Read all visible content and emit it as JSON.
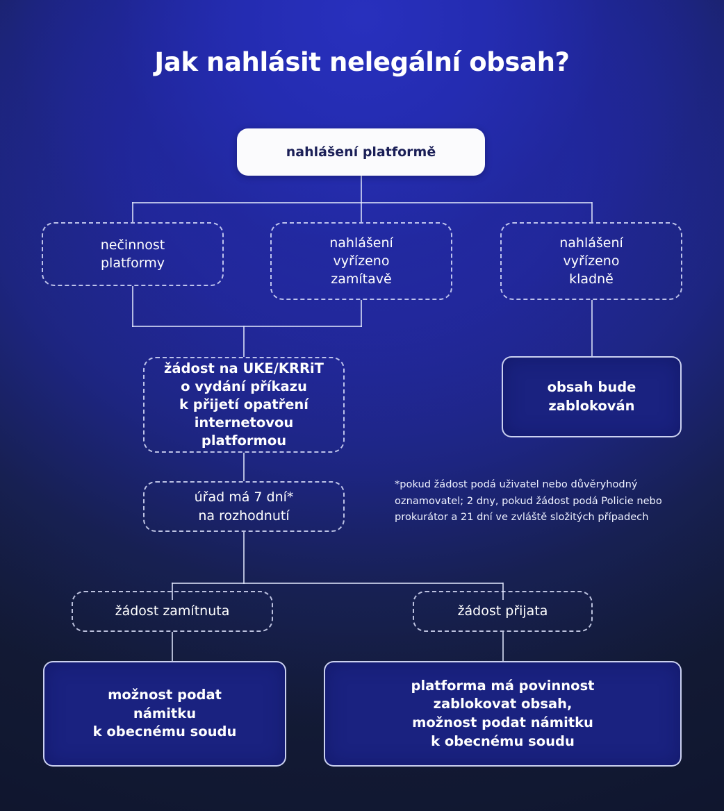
{
  "page": {
    "title": "Jak nahlásit nelegální obsah?",
    "background_top_color": "#2329a2",
    "background_bottom_color": "#141c38",
    "node_fill_solid": "#1a2280",
    "node_fill_white": "#fbfbfd",
    "text_color": "#ffffff",
    "white_node_text_color": "#1b1f57"
  },
  "nodes": {
    "report_platform": {
      "label": "nahlášení platformě",
      "style": "white-filled"
    },
    "inaction": {
      "lines": [
        "nečinnost",
        "platformy"
      ],
      "style": "dashed-outline"
    },
    "rejected": {
      "lines": [
        "nahlášení",
        "vyřízeno",
        "zamítavě"
      ],
      "style": "dashed-outline"
    },
    "accepted": {
      "lines": [
        "nahlášení",
        "vyřízeno",
        "kladně"
      ],
      "style": "dashed-outline"
    },
    "request_uke": {
      "lines": [
        "žádost na UKE/KRRiT",
        "o vydání příkazu",
        "k přijetí opatření",
        "internetovou platformou"
      ],
      "style": "dashed-outline-bold"
    },
    "content_blocked": {
      "lines": [
        "obsah bude",
        "zablokován"
      ],
      "style": "solid-filled"
    },
    "office_deadline": {
      "lines": [
        "úřad má 7 dní*",
        "na rozhodnutí"
      ],
      "style": "dashed-outline"
    },
    "request_denied": {
      "lines": [
        "žádost zamítnuta"
      ],
      "style": "dashed-outline"
    },
    "request_granted": {
      "lines": [
        "žádost přijata"
      ],
      "style": "dashed-outline"
    },
    "objection_court": {
      "lines": [
        "možnost podat",
        "námitku",
        "k obecnému soudu"
      ],
      "style": "solid-filled"
    },
    "platform_must_block": {
      "lines": [
        "platforma má povinnost",
        "zablokovat obsah,",
        "možnost podat námitku",
        "k obecnému soudu"
      ],
      "style": "solid-filled"
    }
  },
  "footnote": {
    "lines": [
      "*pokud žádost podá uživatel nebo důvěryhodný",
      "oznamovatel; 2 dny, pokud žádost podá Policie nebo",
      "prokurátor a 21 dní ve zvláště složitých případech"
    ]
  }
}
